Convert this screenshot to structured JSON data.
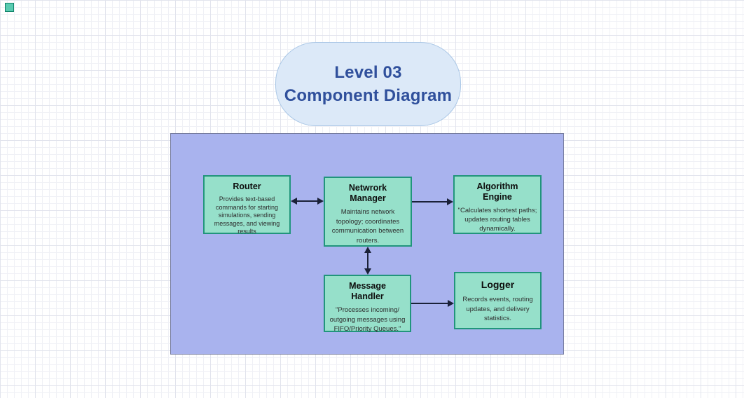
{
  "diagram": {
    "title_bubble": {
      "lines": [
        "Level 03",
        "Component Diagram"
      ]
    },
    "components": [
      {
        "id": "router",
        "title": [
          "Router"
        ],
        "description": [
          "Provides text-based",
          "commands for starting",
          "simulations, sending",
          "messages, and viewing",
          "results"
        ]
      },
      {
        "id": "network-manager",
        "title": [
          "Netwrork",
          "Manager"
        ],
        "description": [
          "Maintains network",
          "topology; coordinates",
          "communication between",
          "routers."
        ]
      },
      {
        "id": "algorithm-engine",
        "title": [
          "Algorithm",
          "Engine"
        ],
        "description": [
          "\"Calculates shortest paths;",
          "updates routing tables",
          "dynamically."
        ]
      },
      {
        "id": "message-handler",
        "title": [
          "Message",
          "Handler"
        ],
        "description": [
          "\"Processes incoming/",
          "outgoing messages using",
          "FIFO/Priority Queues.\""
        ]
      },
      {
        "id": "logger",
        "title": [
          "Logger"
        ],
        "description": [
          "Records events, routing",
          "updates, and delivery",
          "statistics."
        ]
      }
    ],
    "connections": [
      {
        "from": "router",
        "to": "network-manager",
        "type": "bidirectional"
      },
      {
        "from": "network-manager",
        "to": "algorithm-engine",
        "type": "directed"
      },
      {
        "from": "network-manager",
        "to": "message-handler",
        "type": "bidirectional"
      },
      {
        "from": "message-handler",
        "to": "logger",
        "type": "directed"
      }
    ],
    "colors": {
      "component_fill": "#96e0ca",
      "component_border": "#21957c",
      "container_fill": "#a9b3ee",
      "container_border": "#767c9e",
      "title_fill": "#dce9f8",
      "title_border": "#aac7e6",
      "title_text": "#30509c",
      "arrow": "#1a2138",
      "marker_fill": "#59cbb1",
      "marker_border": "#0f8168"
    }
  }
}
